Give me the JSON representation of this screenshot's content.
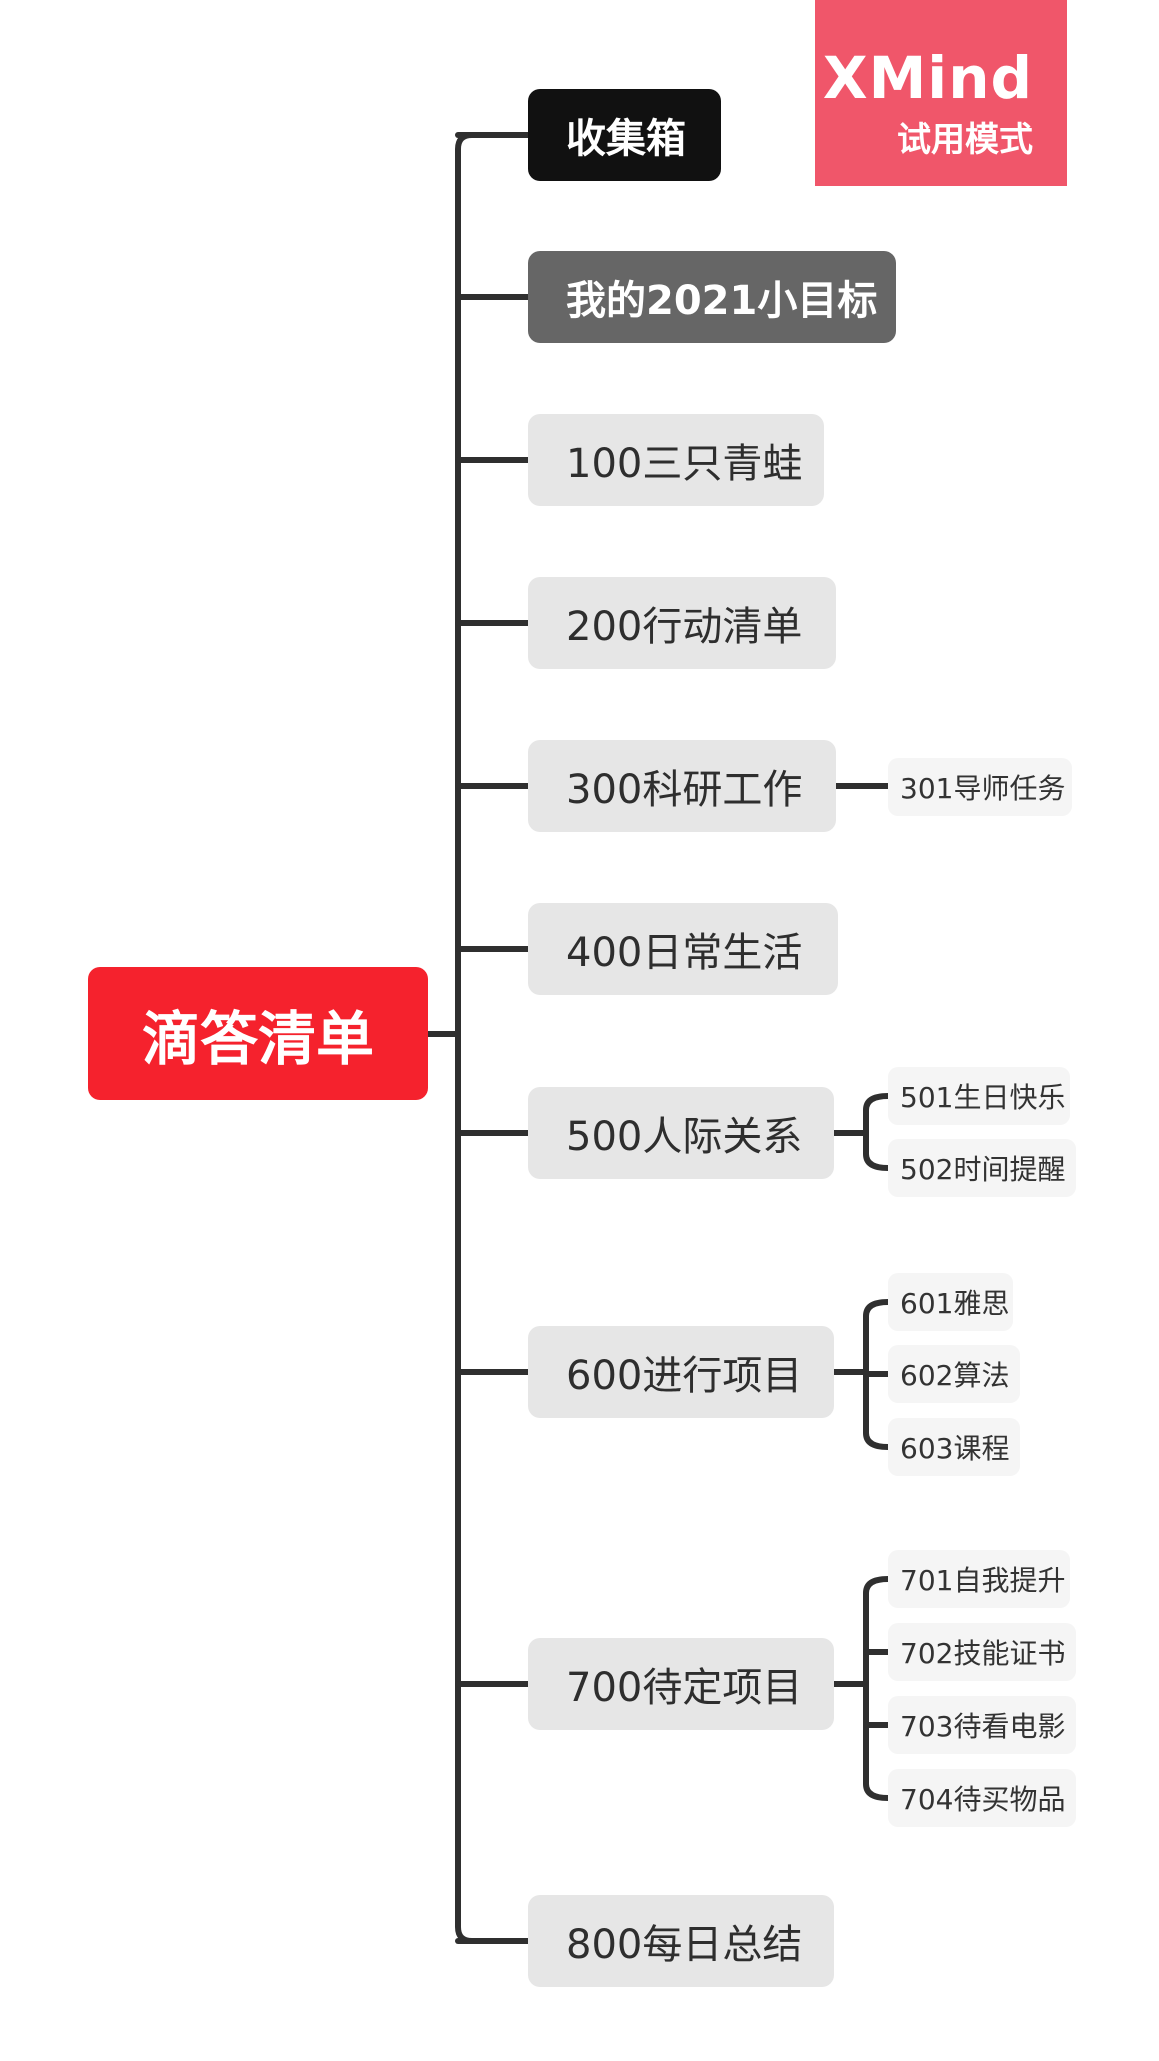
{
  "colors": {
    "root_bg": "#f5222d",
    "line": "#2f2f2f",
    "branch_bg": "#e6e6e6",
    "sub_bg": "#f5f5f5",
    "badge_bg": "#f0566a"
  },
  "watermark": {
    "brand": "XMind",
    "mode": "试用模式"
  },
  "root": {
    "label": "滴答清单"
  },
  "branches": [
    {
      "label": "收集箱",
      "children": []
    },
    {
      "label": "我的2021小目标",
      "children": []
    },
    {
      "label": "100三只青蛙",
      "children": []
    },
    {
      "label": "200行动清单",
      "children": []
    },
    {
      "label": "300科研工作",
      "children": [
        "301导师任务"
      ]
    },
    {
      "label": "400日常生活",
      "children": []
    },
    {
      "label": "500人际关系",
      "children": [
        "501生日快乐",
        "502时间提醒"
      ]
    },
    {
      "label": "600进行项目",
      "children": [
        "601雅思",
        "602算法",
        "603课程"
      ]
    },
    {
      "label": "700待定项目",
      "children": [
        "701自我提升",
        "702技能证书",
        "703待看电影",
        "704待买物品"
      ]
    },
    {
      "label": "800每日总结",
      "children": []
    }
  ]
}
